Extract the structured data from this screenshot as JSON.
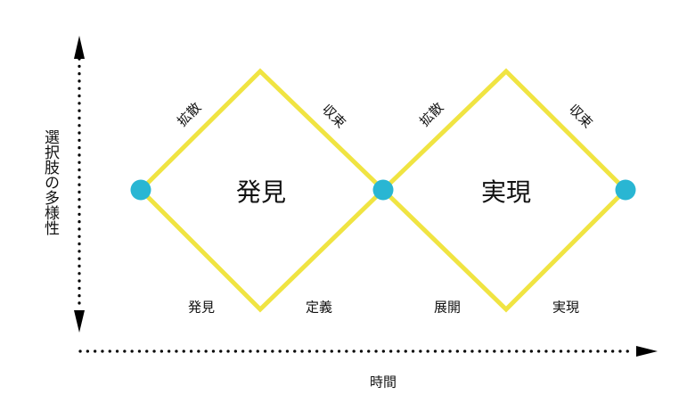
{
  "diagram": {
    "type": "double-diamond",
    "colors": {
      "line": "#f0e442",
      "node": "#29b6d3",
      "axis": "#000000"
    },
    "y_axis_label": "選択肢の多様性",
    "x_axis_label": "時間",
    "diamonds": [
      {
        "title": "発見",
        "top_left_label": "拡散",
        "top_right_label": "収束",
        "bottom_left_label": "発見",
        "bottom_right_label": "定義"
      },
      {
        "title": "実現",
        "top_left_label": "拡散",
        "top_right_label": "収束",
        "bottom_left_label": "展開",
        "bottom_right_label": "実現"
      }
    ]
  }
}
